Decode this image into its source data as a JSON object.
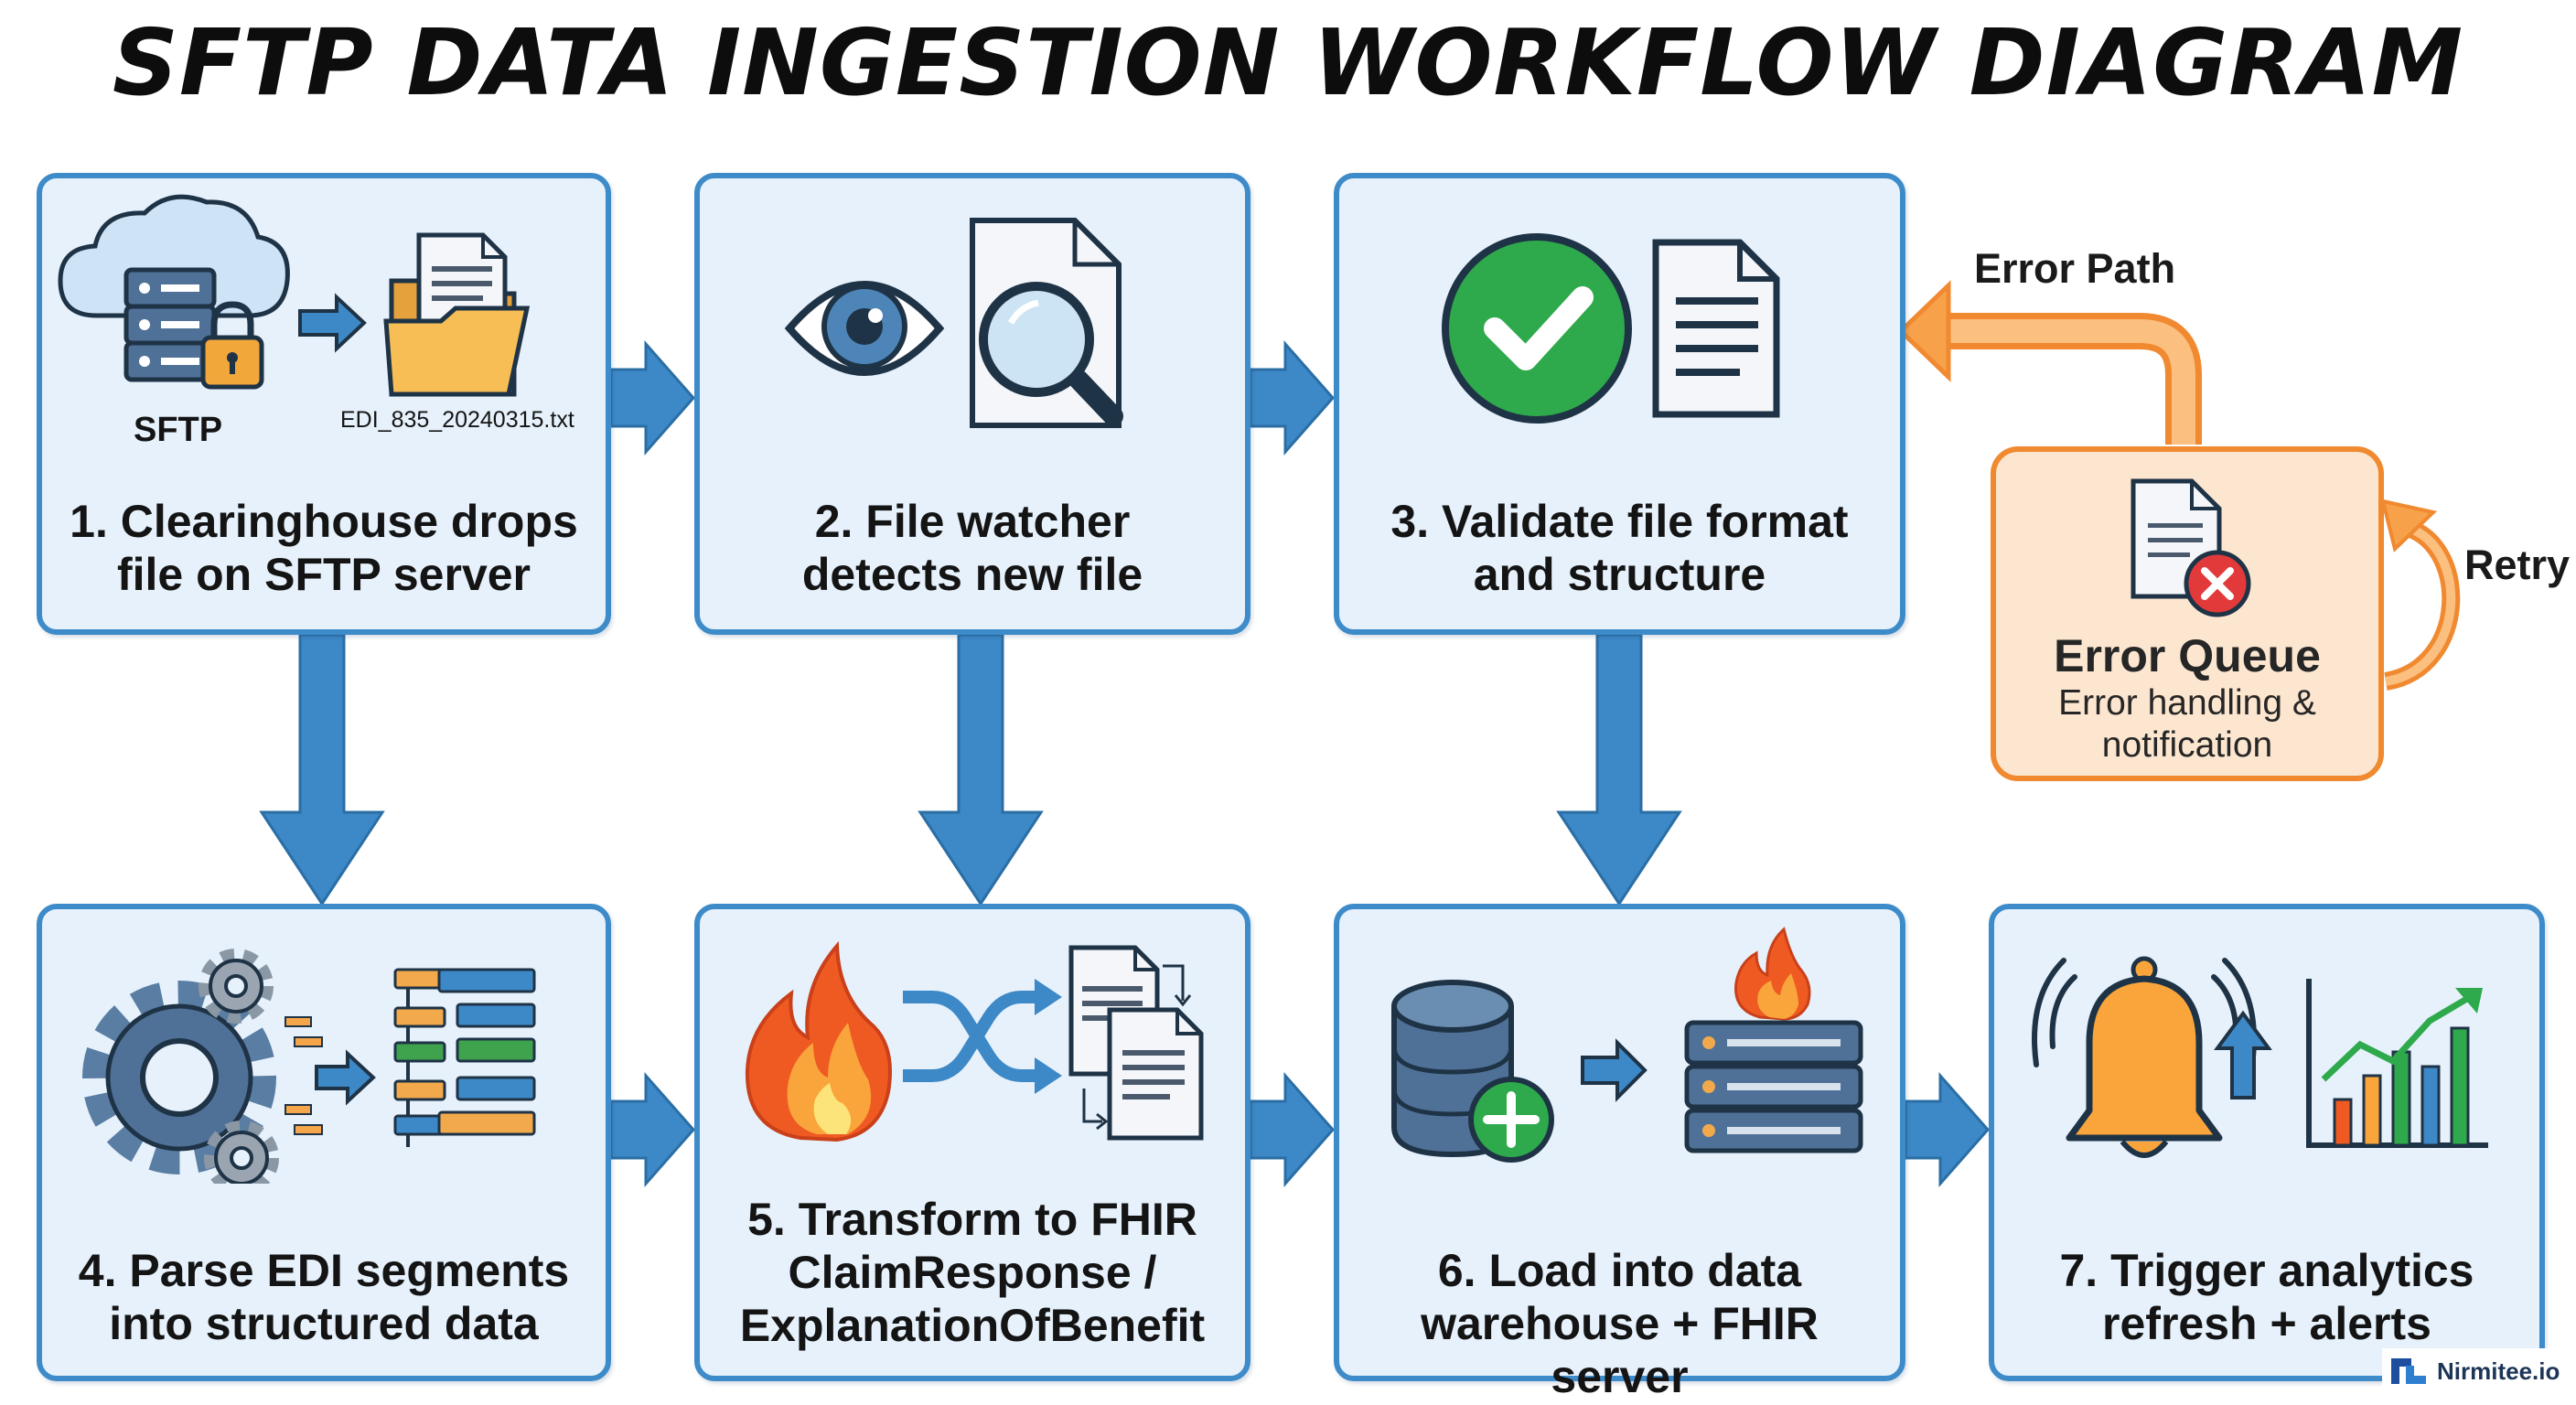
{
  "title": "SFTP DATA INGESTION WORKFLOW DIAGRAM",
  "steps": [
    {
      "caption_line1": "1. Clearinghouse drops",
      "caption_line2": "file on SFTP server",
      "server_label": "SFTP",
      "file_label": "EDI_835_20240315.txt",
      "icons": [
        "cloud-server-icon",
        "lock-icon",
        "arrow-right-icon",
        "folder-icon",
        "document-icon"
      ]
    },
    {
      "caption_line1": "2. File watcher",
      "caption_line2": "detects new file",
      "icons": [
        "eye-icon",
        "document-icon",
        "magnifier-icon"
      ]
    },
    {
      "caption_line1": "3. Validate file format",
      "caption_line2": "and structure",
      "icons": [
        "check-circle-icon",
        "document-icon"
      ]
    },
    {
      "caption_line1": "4. Parse EDI segments",
      "caption_line2": "into structured data",
      "icons": [
        "gears-icon",
        "arrow-right-icon",
        "tree-structure-icon"
      ]
    },
    {
      "caption_line1": "5. Transform to FHIR",
      "caption_line2": "ClaimResponse /",
      "caption_line3": "ExplanationOfBenefit",
      "icons": [
        "fire-icon",
        "shuffle-icon",
        "documents-icon"
      ]
    },
    {
      "caption_line1": "6. Load into data",
      "caption_line2": "warehouse + FHIR server",
      "icons": [
        "database-icon",
        "plus-icon",
        "arrow-right-icon",
        "server-icon",
        "fire-icon"
      ]
    },
    {
      "caption_line1": "7. Trigger analytics",
      "caption_line2": "refresh + alerts",
      "icons": [
        "bell-icon",
        "arrow-up-icon",
        "bar-chart-icon"
      ]
    }
  ],
  "error_queue": {
    "title": "Error Queue",
    "subtitle_line1": "Error handling &",
    "subtitle_line2": "notification",
    "error_path_label": "Error Path",
    "retry_label": "Retry",
    "icons": [
      "document-icon",
      "error-x-icon"
    ]
  },
  "brand": {
    "name": "Nirmitee.io",
    "icon": "nirmitee-logo-icon"
  },
  "colors": {
    "box_fill": "#e6f1fb",
    "box_border": "#3d8bc9",
    "flow_arrow": "#3d8bc9",
    "error_fill": "#fce6cf",
    "error_border": "#f0892f",
    "success_green": "#2ea94b",
    "alert_orange": "#f9a53c"
  }
}
